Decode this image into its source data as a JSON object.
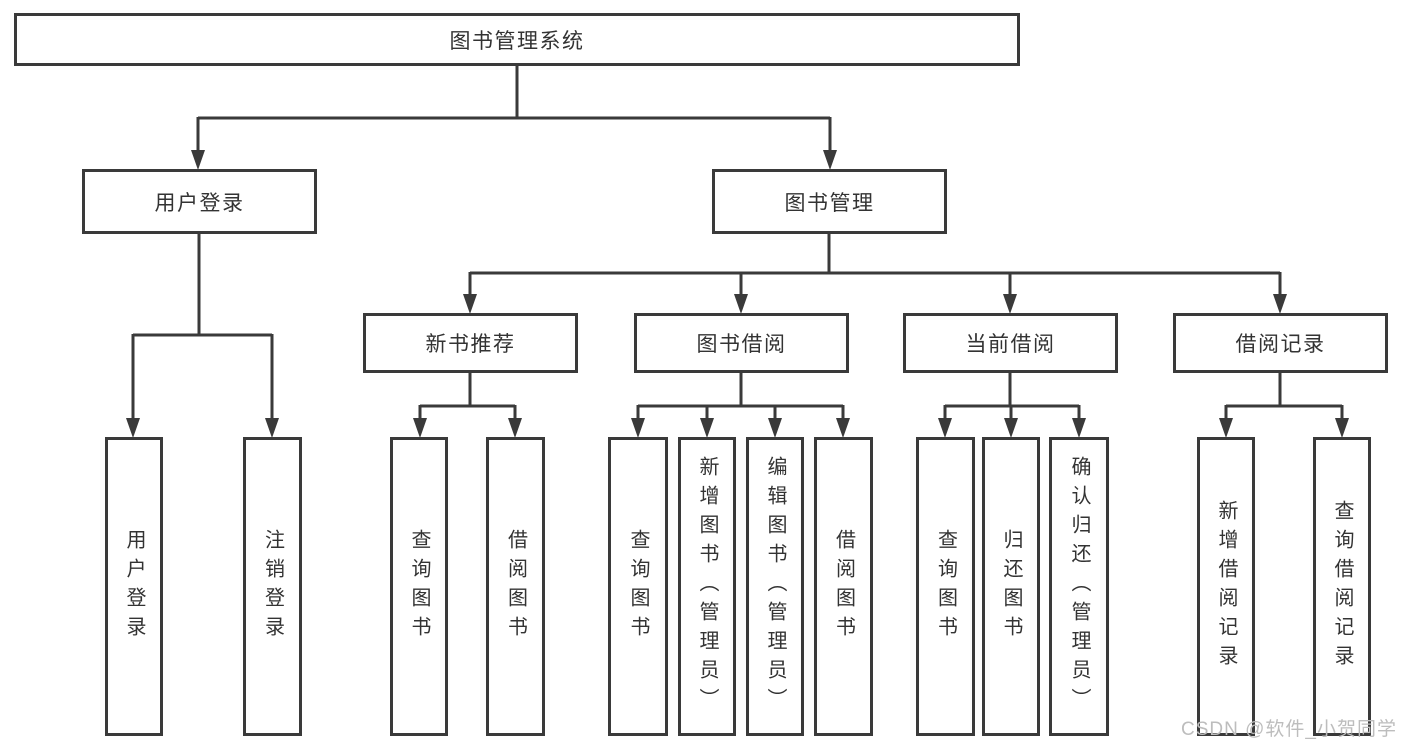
{
  "diagram_title": "图书管理系统",
  "colors": {
    "line": "#3a3a3a",
    "box_border": "#3a3a3a",
    "text": "#333333",
    "watermark": "#bdbdbd",
    "background": "#ffffff"
  },
  "watermark": {
    "text": "CSDN @软件_小贺同学"
  },
  "tree": {
    "root": {
      "label": "图书管理系统",
      "children": [
        {
          "label": "用户登录",
          "children": [
            {
              "label": "用户登录"
            },
            {
              "label": "注销登录"
            }
          ]
        },
        {
          "label": "图书管理",
          "children": [
            {
              "label": "新书推荐",
              "children": [
                {
                  "label": "查询图书"
                },
                {
                  "label": "借阅图书"
                }
              ]
            },
            {
              "label": "图书借阅",
              "children": [
                {
                  "label": "查询图书"
                },
                {
                  "label": "新增图书（管理员）"
                },
                {
                  "label": "编辑图书（管理员）"
                },
                {
                  "label": "借阅图书"
                }
              ]
            },
            {
              "label": "当前借阅",
              "children": [
                {
                  "label": "查询图书"
                },
                {
                  "label": "归还图书"
                },
                {
                  "label": "确认归还（管理员）"
                }
              ]
            },
            {
              "label": "借阅记录",
              "children": [
                {
                  "label": "新增借阅记录"
                },
                {
                  "label": "查询借阅记录"
                }
              ]
            }
          ]
        }
      ]
    }
  }
}
